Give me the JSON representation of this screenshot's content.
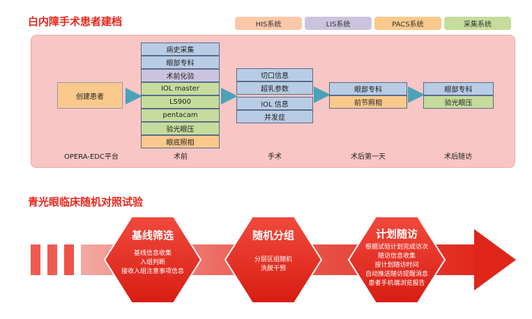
{
  "section1": {
    "title": "白内障手术患者建档",
    "legend": [
      {
        "label": "HIS系统",
        "color": "#fac9a9"
      },
      {
        "label": "LIS系统",
        "color": "#cbc4de"
      },
      {
        "label": "PACS系统",
        "color": "#fac98c"
      },
      {
        "label": "采集系统",
        "color": "#c5dc9c"
      }
    ],
    "create_patient": "创建患者",
    "preop_items": [
      "病史采集",
      "眼部专科",
      "术前化验",
      "IOL master",
      "LS900",
      "pentacam",
      "验光眼压",
      "眼底照相"
    ],
    "surgery_items": [
      "切口信息",
      "超乳参数",
      "IOL 信息",
      "并发症"
    ],
    "day1_items": [
      "眼部专科",
      "前节照相"
    ],
    "followup_items": [
      "眼部专科",
      "验光眼压"
    ],
    "stages": [
      "OPERA-EDC平台",
      "术前",
      "手术",
      "术后第一天",
      "术后随访"
    ]
  },
  "section2": {
    "title": "青光眼临床随机对照试验",
    "steps": [
      {
        "title": "基线筛选",
        "lines": [
          "基线信息收集",
          "入组判断",
          "接收入组注意事项信息"
        ]
      },
      {
        "title": "随机分组",
        "lines": [
          "分层区组随机",
          "洗脱干预"
        ]
      },
      {
        "title": "计划随访",
        "lines": [
          "根据试验计划完成访次",
          "随访信息收集",
          "按计划随访时间",
          "自动推送随访提醒消息",
          "患者手机端浏览报告"
        ]
      }
    ]
  }
}
